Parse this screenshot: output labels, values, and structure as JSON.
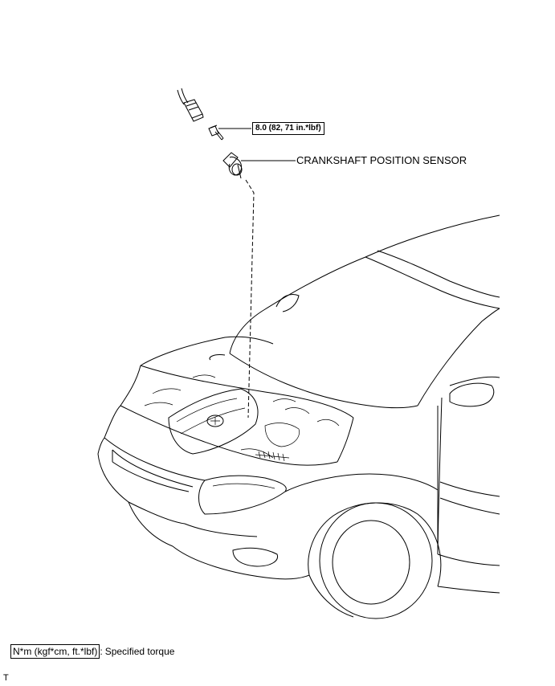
{
  "callouts": {
    "bolt_torque": "8.0 (82, 71 in.*lbf)",
    "sensor_label": "CRANKSHAFT POSITION SENSOR"
  },
  "legend": {
    "units_box": "N*m (kgf*cm, ft.*lbf)",
    "separator": ":",
    "description": "Specified torque"
  },
  "corner_mark": "T"
}
